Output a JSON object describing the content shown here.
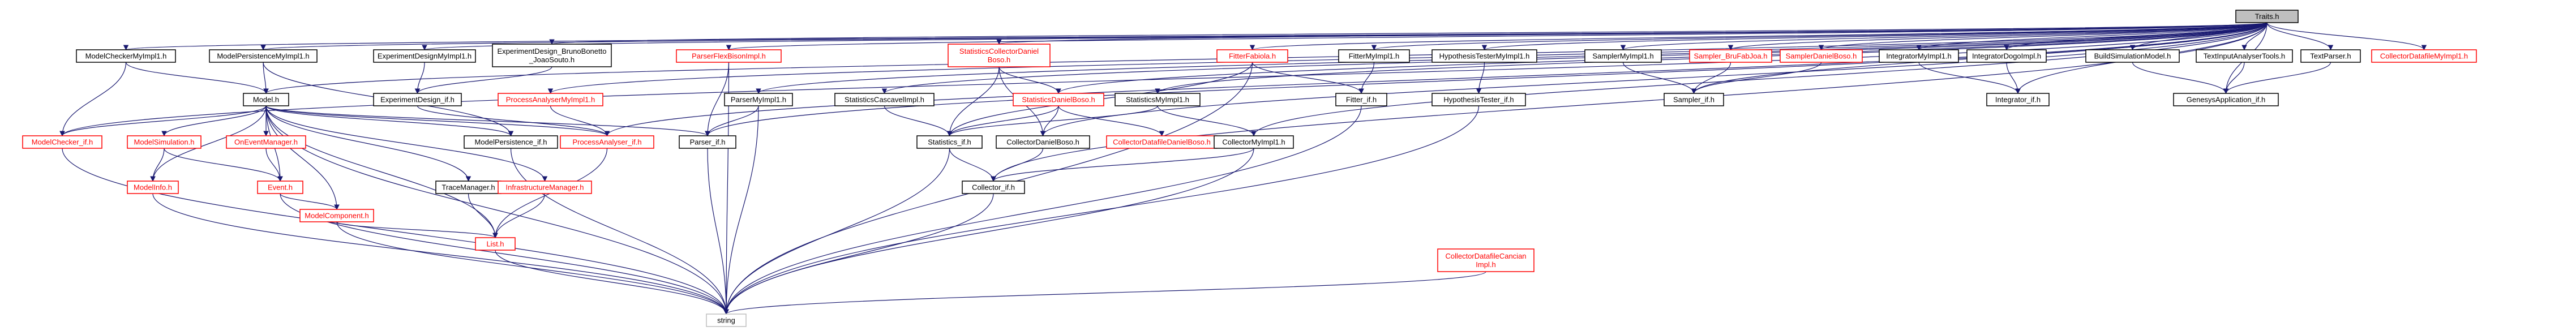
{
  "colors": {
    "edge": "#191970",
    "node_border_black": "#000000",
    "node_border_red": "#ff0000",
    "root_fill": "#bfbfbf",
    "node_fill": "#ffffff",
    "text_black": "#000000",
    "text_red": "#ff0000"
  },
  "nodes": [
    {
      "id": "traits",
      "label": "Traits.h",
      "style": "root"
    },
    {
      "id": "mcheck_impl1",
      "label": "ModelCheckerMyImpl1.h",
      "style": "black"
    },
    {
      "id": "mpers_impl1",
      "label": "ModelPersistenceMyImpl1.h",
      "style": "black"
    },
    {
      "id": "expdes_impl1",
      "label": "ExperimentDesignMyImpl1.h",
      "style": "black"
    },
    {
      "id": "expdes_bruno",
      "label": "ExperimentDesign_BrunoBonetto_JoaoSouto.h",
      "lines": [
        "ExperimentDesign_BrunoBonetto",
        "_JoaoSouto.h"
      ],
      "style": "black"
    },
    {
      "id": "parser_flex",
      "label": "ParserFlexBisonImpl.h",
      "style": "red"
    },
    {
      "id": "stat_coll_daniel",
      "label": "StatisticsCollectorDanielBoso.h",
      "lines": [
        "StatisticsCollectorDaniel",
        "Boso.h"
      ],
      "style": "red"
    },
    {
      "id": "fitter_fabiola",
      "label": "FitterFabiola.h",
      "style": "red"
    },
    {
      "id": "fitter_impl1",
      "label": "FitterMyImpl1.h",
      "style": "black"
    },
    {
      "id": "hyptest_impl1",
      "label": "HypothesisTesterMyImpl1.h",
      "style": "black"
    },
    {
      "id": "sampler_impl1",
      "label": "SamplerMyImpl1.h",
      "style": "black"
    },
    {
      "id": "sampler_bru",
      "label": "Sampler_BruFabJoa.h",
      "style": "red"
    },
    {
      "id": "sampler_daniel",
      "label": "SamplerDanielBoso.h",
      "style": "red"
    },
    {
      "id": "integ_impl1",
      "label": "IntegratorMyImpl1.h",
      "style": "black"
    },
    {
      "id": "integ_dogo",
      "label": "IntegratorDogoImpl.h",
      "style": "black"
    },
    {
      "id": "buildsim",
      "label": "BuildSimulationModel.h",
      "style": "black"
    },
    {
      "id": "textinput",
      "label": "TextInputAnalyserTools.h",
      "style": "black"
    },
    {
      "id": "textparser",
      "label": "TextParser.h",
      "style": "black"
    },
    {
      "id": "colldata_impl1",
      "label": "CollectorDatafileMyImpl1.h",
      "style": "red"
    },
    {
      "id": "model",
      "label": "Model.h",
      "style": "black"
    },
    {
      "id": "expdes_if",
      "label": "ExperimentDesign_if.h",
      "style": "black"
    },
    {
      "id": "procan_impl1",
      "label": "ProcessAnalyserMyImpl1.h",
      "style": "red"
    },
    {
      "id": "parser_impl1",
      "label": "ParserMyImpl1.h",
      "style": "black"
    },
    {
      "id": "stat_gen",
      "label": "StatisticsCascavelImpl.h",
      "style": "black"
    },
    {
      "id": "stat_daniel",
      "label": "StatisticsDanielBoso.h",
      "style": "red"
    },
    {
      "id": "stat_impl1",
      "label": "StatisticsMyImpl1.h",
      "style": "black"
    },
    {
      "id": "fitter_if",
      "label": "Fitter_if.h",
      "style": "black"
    },
    {
      "id": "hyptest_if",
      "label": "HypothesisTester_if.h",
      "style": "black"
    },
    {
      "id": "sampler_if",
      "label": "Sampler_if.h",
      "style": "black"
    },
    {
      "id": "integ_if",
      "label": "Integrator_if.h",
      "style": "black"
    },
    {
      "id": "genesys_app",
      "label": "GenesysApplication_if.h",
      "style": "black"
    },
    {
      "id": "mchecker_if",
      "label": "ModelChecker_if.h",
      "style": "red"
    },
    {
      "id": "msim",
      "label": "ModelSimulation.h",
      "style": "red"
    },
    {
      "id": "oneventmgr",
      "label": "OnEventManager.h",
      "style": "red"
    },
    {
      "id": "mpers_if",
      "label": "ModelPersistence_if.h",
      "style": "black"
    },
    {
      "id": "procan_if",
      "label": "ProcessAnalyser_if.h",
      "style": "red"
    },
    {
      "id": "parser_if",
      "label": "Parser_if.h",
      "style": "black"
    },
    {
      "id": "stat_if",
      "label": "Statistics_if.h",
      "style": "black"
    },
    {
      "id": "coll_daniel",
      "label": "CollectorDanielBoso.h",
      "style": "black"
    },
    {
      "id": "colldata_daniel",
      "label": "CollectorDatafileDanielBoso.h",
      "style": "red"
    },
    {
      "id": "coll_impl1",
      "label": "CollectorMyImpl1.h",
      "style": "black"
    },
    {
      "id": "modelinfo",
      "label": "ModelInfo.h",
      "style": "red"
    },
    {
      "id": "event",
      "label": "Event.h",
      "style": "red"
    },
    {
      "id": "tracemgr",
      "label": "TraceManager.h",
      "style": "black"
    },
    {
      "id": "infra",
      "label": "InfrastructureManager.h",
      "style": "red"
    },
    {
      "id": "mcomp",
      "label": "ModelComponent.h",
      "style": "red"
    },
    {
      "id": "coll_if",
      "label": "Collector_if.h",
      "style": "black"
    },
    {
      "id": "colldata_cancian",
      "label": "CollectorDatafileCancianImpl.h",
      "lines": [
        "CollectorDatafileCancian",
        "Impl.h"
      ],
      "style": "red"
    },
    {
      "id": "list",
      "label": "List.h",
      "style": "red"
    },
    {
      "id": "string",
      "label": "string",
      "style": "gray"
    }
  ]
}
